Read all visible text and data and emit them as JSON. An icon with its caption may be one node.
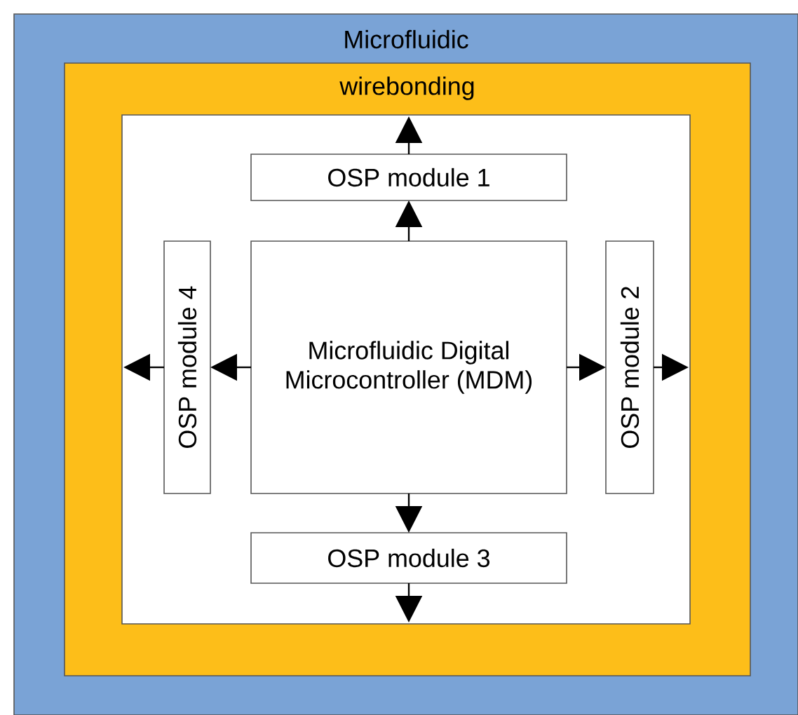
{
  "diagram": {
    "nodes": [
      {
        "text": [
          "Microfluidic"
        ]
      },
      {
        "text": [
          "wirebonding"
        ],
        "in": 0
      },
      {
        "text": [],
        "shape": "box",
        "in": 1
      },
      {
        "text": [
          "Microfluidic Digital Microcontroller (MDM)"
        ],
        "in": 2
      },
      {
        "text": [
          "OSP module 1"
        ],
        "in": 2
      },
      {
        "text": [
          "OSP module 2"
        ],
        "in": 2
      },
      {
        "text": [
          "OSP module 3"
        ],
        "in": 2
      },
      {
        "text": [
          "OSP module 4"
        ],
        "in": 2
      }
    ],
    "edges": [
      {
        "from": 3,
        "to": 4,
        "arrow": "to"
      },
      {
        "from": 4,
        "to": 2,
        "arrow": "to"
      },
      {
        "from": 3,
        "to": 5,
        "arrow": "to"
      },
      {
        "from": 5,
        "to": 2,
        "arrow": "to"
      },
      {
        "from": 3,
        "to": 6,
        "arrow": "to"
      },
      {
        "from": 6,
        "to": 2,
        "arrow": "to"
      },
      {
        "from": 3,
        "to": 7,
        "arrow": "to"
      },
      {
        "from": 7,
        "to": 2,
        "arrow": "to"
      }
    ]
  }
}
